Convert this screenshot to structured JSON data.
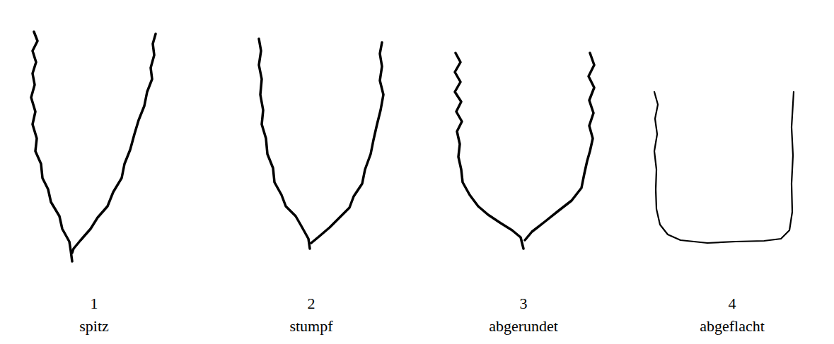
{
  "diagram": {
    "labels": [
      "1",
      "spitz",
      "2",
      "stumpf",
      "3",
      "abgerundet",
      "4",
      "abgeflacht"
    ]
  }
}
